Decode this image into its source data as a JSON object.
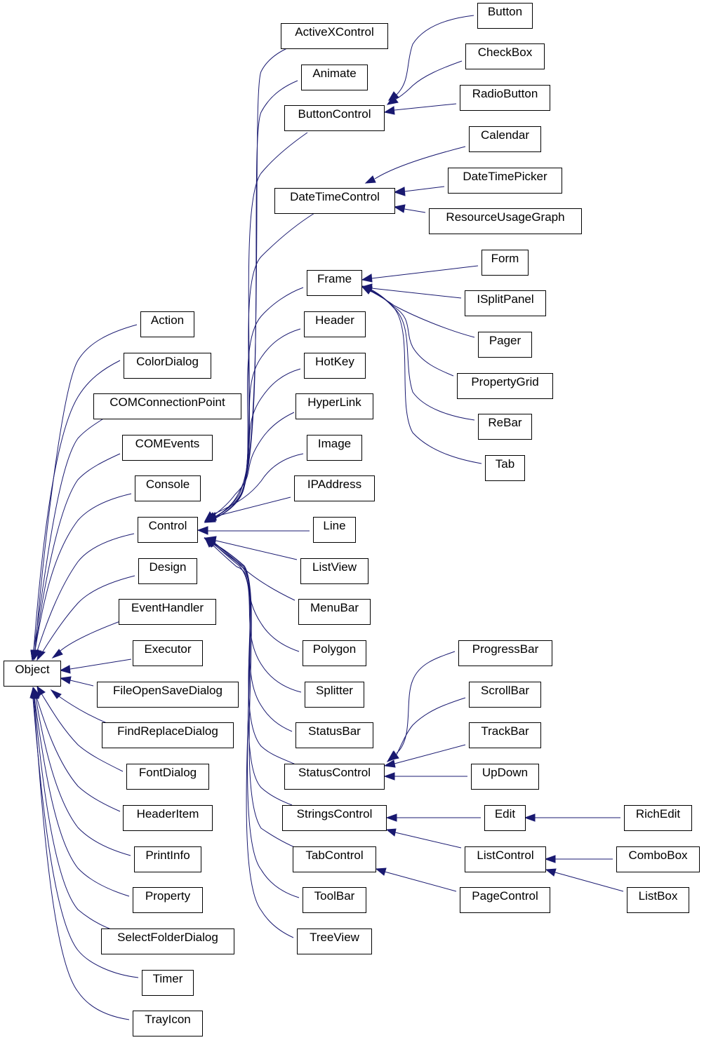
{
  "diagram": {
    "type": "class-inheritance-graph",
    "colors": {
      "edge": "#191970",
      "node_border": "#000000",
      "node_fill": "#ffffff",
      "text": "#000000"
    },
    "nodes": [
      {
        "id": "Object",
        "label": "Object"
      },
      {
        "id": "Action",
        "label": "Action"
      },
      {
        "id": "ColorDialog",
        "label": "ColorDialog"
      },
      {
        "id": "COMConnectionPoint",
        "label": "COMConnectionPoint"
      },
      {
        "id": "COMEvents",
        "label": "COMEvents"
      },
      {
        "id": "Console",
        "label": "Console"
      },
      {
        "id": "Control",
        "label": "Control"
      },
      {
        "id": "Design",
        "label": "Design"
      },
      {
        "id": "EventHandler",
        "label": "EventHandler"
      },
      {
        "id": "Executor",
        "label": "Executor"
      },
      {
        "id": "FileOpenSaveDialog",
        "label": "FileOpenSaveDialog"
      },
      {
        "id": "FindReplaceDialog",
        "label": "FindReplaceDialog"
      },
      {
        "id": "FontDialog",
        "label": "FontDialog"
      },
      {
        "id": "HeaderItem",
        "label": "HeaderItem"
      },
      {
        "id": "PrintInfo",
        "label": "PrintInfo"
      },
      {
        "id": "Property",
        "label": "Property"
      },
      {
        "id": "SelectFolderDialog",
        "label": "SelectFolderDialog"
      },
      {
        "id": "Timer",
        "label": "Timer"
      },
      {
        "id": "TrayIcon",
        "label": "TrayIcon"
      },
      {
        "id": "ActiveXControl",
        "label": "ActiveXControl"
      },
      {
        "id": "Animate",
        "label": "Animate"
      },
      {
        "id": "ButtonControl",
        "label": "ButtonControl"
      },
      {
        "id": "DateTimeControl",
        "label": "DateTimeControl"
      },
      {
        "id": "Frame",
        "label": "Frame"
      },
      {
        "id": "Header",
        "label": "Header"
      },
      {
        "id": "HotKey",
        "label": "HotKey"
      },
      {
        "id": "HyperLink",
        "label": "HyperLink"
      },
      {
        "id": "Image",
        "label": "Image"
      },
      {
        "id": "IPAddress",
        "label": "IPAddress"
      },
      {
        "id": "Line",
        "label": "Line"
      },
      {
        "id": "ListView",
        "label": "ListView"
      },
      {
        "id": "MenuBar",
        "label": "MenuBar"
      },
      {
        "id": "Polygon",
        "label": "Polygon"
      },
      {
        "id": "Splitter",
        "label": "Splitter"
      },
      {
        "id": "StatusBar",
        "label": "StatusBar"
      },
      {
        "id": "StatusControl",
        "label": "StatusControl"
      },
      {
        "id": "StringsControl",
        "label": "StringsControl"
      },
      {
        "id": "TabControl",
        "label": "TabControl"
      },
      {
        "id": "ToolBar",
        "label": "ToolBar"
      },
      {
        "id": "TreeView",
        "label": "TreeView"
      },
      {
        "id": "Button",
        "label": "Button"
      },
      {
        "id": "CheckBox",
        "label": "CheckBox"
      },
      {
        "id": "RadioButton",
        "label": "RadioButton"
      },
      {
        "id": "Calendar",
        "label": "Calendar"
      },
      {
        "id": "DateTimePicker",
        "label": "DateTimePicker"
      },
      {
        "id": "ResourceUsageGraph",
        "label": "ResourceUsageGraph"
      },
      {
        "id": "Form",
        "label": "Form"
      },
      {
        "id": "ISplitPanel",
        "label": "ISplitPanel"
      },
      {
        "id": "Pager",
        "label": "Pager"
      },
      {
        "id": "PropertyGrid",
        "label": "PropertyGrid"
      },
      {
        "id": "ReBar",
        "label": "ReBar"
      },
      {
        "id": "Tab",
        "label": "Tab"
      },
      {
        "id": "ProgressBar",
        "label": "ProgressBar"
      },
      {
        "id": "ScrollBar",
        "label": "ScrollBar"
      },
      {
        "id": "TrackBar",
        "label": "TrackBar"
      },
      {
        "id": "UpDown",
        "label": "UpDown"
      },
      {
        "id": "Edit",
        "label": "Edit"
      },
      {
        "id": "ListControl",
        "label": "ListControl"
      },
      {
        "id": "PageControl",
        "label": "PageControl"
      },
      {
        "id": "RichEdit",
        "label": "RichEdit"
      },
      {
        "id": "ComboBox",
        "label": "ComboBox"
      },
      {
        "id": "ListBox",
        "label": "ListBox"
      }
    ],
    "edges": [
      {
        "from": "Action",
        "to": "Object"
      },
      {
        "from": "ColorDialog",
        "to": "Object"
      },
      {
        "from": "COMConnectionPoint",
        "to": "Object"
      },
      {
        "from": "COMEvents",
        "to": "Object"
      },
      {
        "from": "Console",
        "to": "Object"
      },
      {
        "from": "Control",
        "to": "Object"
      },
      {
        "from": "Design",
        "to": "Object"
      },
      {
        "from": "EventHandler",
        "to": "Object"
      },
      {
        "from": "Executor",
        "to": "Object"
      },
      {
        "from": "FileOpenSaveDialog",
        "to": "Object"
      },
      {
        "from": "FindReplaceDialog",
        "to": "Object"
      },
      {
        "from": "FontDialog",
        "to": "Object"
      },
      {
        "from": "HeaderItem",
        "to": "Object"
      },
      {
        "from": "PrintInfo",
        "to": "Object"
      },
      {
        "from": "Property",
        "to": "Object"
      },
      {
        "from": "SelectFolderDialog",
        "to": "Object"
      },
      {
        "from": "Timer",
        "to": "Object"
      },
      {
        "from": "TrayIcon",
        "to": "Object"
      },
      {
        "from": "ActiveXControl",
        "to": "Control"
      },
      {
        "from": "Animate",
        "to": "Control"
      },
      {
        "from": "ButtonControl",
        "to": "Control"
      },
      {
        "from": "DateTimeControl",
        "to": "Control"
      },
      {
        "from": "Frame",
        "to": "Control"
      },
      {
        "from": "Header",
        "to": "Control"
      },
      {
        "from": "HotKey",
        "to": "Control"
      },
      {
        "from": "HyperLink",
        "to": "Control"
      },
      {
        "from": "Image",
        "to": "Control"
      },
      {
        "from": "IPAddress",
        "to": "Control"
      },
      {
        "from": "Line",
        "to": "Control"
      },
      {
        "from": "ListView",
        "to": "Control"
      },
      {
        "from": "MenuBar",
        "to": "Control"
      },
      {
        "from": "Polygon",
        "to": "Control"
      },
      {
        "from": "Splitter",
        "to": "Control"
      },
      {
        "from": "StatusBar",
        "to": "Control"
      },
      {
        "from": "StatusControl",
        "to": "Control"
      },
      {
        "from": "StringsControl",
        "to": "Control"
      },
      {
        "from": "TabControl",
        "to": "Control"
      },
      {
        "from": "ToolBar",
        "to": "Control"
      },
      {
        "from": "TreeView",
        "to": "Control"
      },
      {
        "from": "Button",
        "to": "ButtonControl"
      },
      {
        "from": "CheckBox",
        "to": "ButtonControl"
      },
      {
        "from": "RadioButton",
        "to": "ButtonControl"
      },
      {
        "from": "Calendar",
        "to": "DateTimeControl"
      },
      {
        "from": "DateTimePicker",
        "to": "DateTimeControl"
      },
      {
        "from": "ResourceUsageGraph",
        "to": "DateTimeControl"
      },
      {
        "from": "Form",
        "to": "Frame"
      },
      {
        "from": "ISplitPanel",
        "to": "Frame"
      },
      {
        "from": "Pager",
        "to": "Frame"
      },
      {
        "from": "PropertyGrid",
        "to": "Frame"
      },
      {
        "from": "ReBar",
        "to": "Frame"
      },
      {
        "from": "Tab",
        "to": "Frame"
      },
      {
        "from": "ProgressBar",
        "to": "StatusControl"
      },
      {
        "from": "ScrollBar",
        "to": "StatusControl"
      },
      {
        "from": "TrackBar",
        "to": "StatusControl"
      },
      {
        "from": "UpDown",
        "to": "StatusControl"
      },
      {
        "from": "Edit",
        "to": "StringsControl"
      },
      {
        "from": "ListControl",
        "to": "StringsControl"
      },
      {
        "from": "PageControl",
        "to": "TabControl"
      },
      {
        "from": "RichEdit",
        "to": "Edit"
      },
      {
        "from": "ComboBox",
        "to": "ListControl"
      },
      {
        "from": "ListBox",
        "to": "ListControl"
      }
    ]
  }
}
